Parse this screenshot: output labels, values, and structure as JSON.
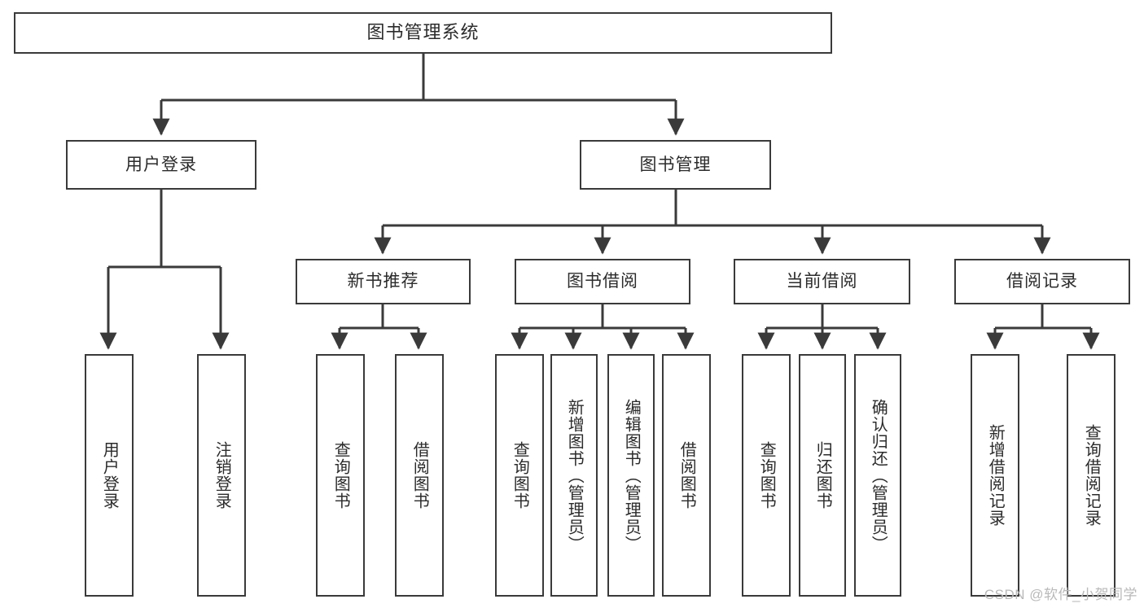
{
  "diagram": {
    "title": "图书管理系统",
    "type": "hierarchy-tree",
    "background": "#ffffff",
    "line_color": "#3a3a3a",
    "box_border": "#3a3a3a",
    "text_color": "#2b2b2b"
  },
  "root": {
    "label": "图书管理系统"
  },
  "level2": [
    {
      "label": "用户登录"
    },
    {
      "label": "图书管理"
    }
  ],
  "level3": [
    {
      "label": "新书推荐"
    },
    {
      "label": "图书借阅"
    },
    {
      "label": "当前借阅"
    },
    {
      "label": "借阅记录"
    }
  ],
  "leaves": {
    "user_login": [
      {
        "label": "用户登录"
      },
      {
        "label": "注销登录"
      }
    ],
    "new_book": [
      {
        "label": "查询图书"
      },
      {
        "label": "借阅图书"
      }
    ],
    "borrow_book": [
      {
        "label": "查询图书"
      },
      {
        "label": "新增图书（管理员）"
      },
      {
        "label": "编辑图书（管理员）"
      },
      {
        "label": "借阅图书"
      }
    ],
    "current_borrow": [
      {
        "label": "查询图书"
      },
      {
        "label": "归还图书"
      },
      {
        "label": "确认归还（管理员）"
      }
    ],
    "borrow_record": [
      {
        "label": "新增借阅记录"
      },
      {
        "label": "查询借阅记录"
      }
    ]
  },
  "watermark": {
    "text": "CSDN @软件_小贺同学"
  }
}
